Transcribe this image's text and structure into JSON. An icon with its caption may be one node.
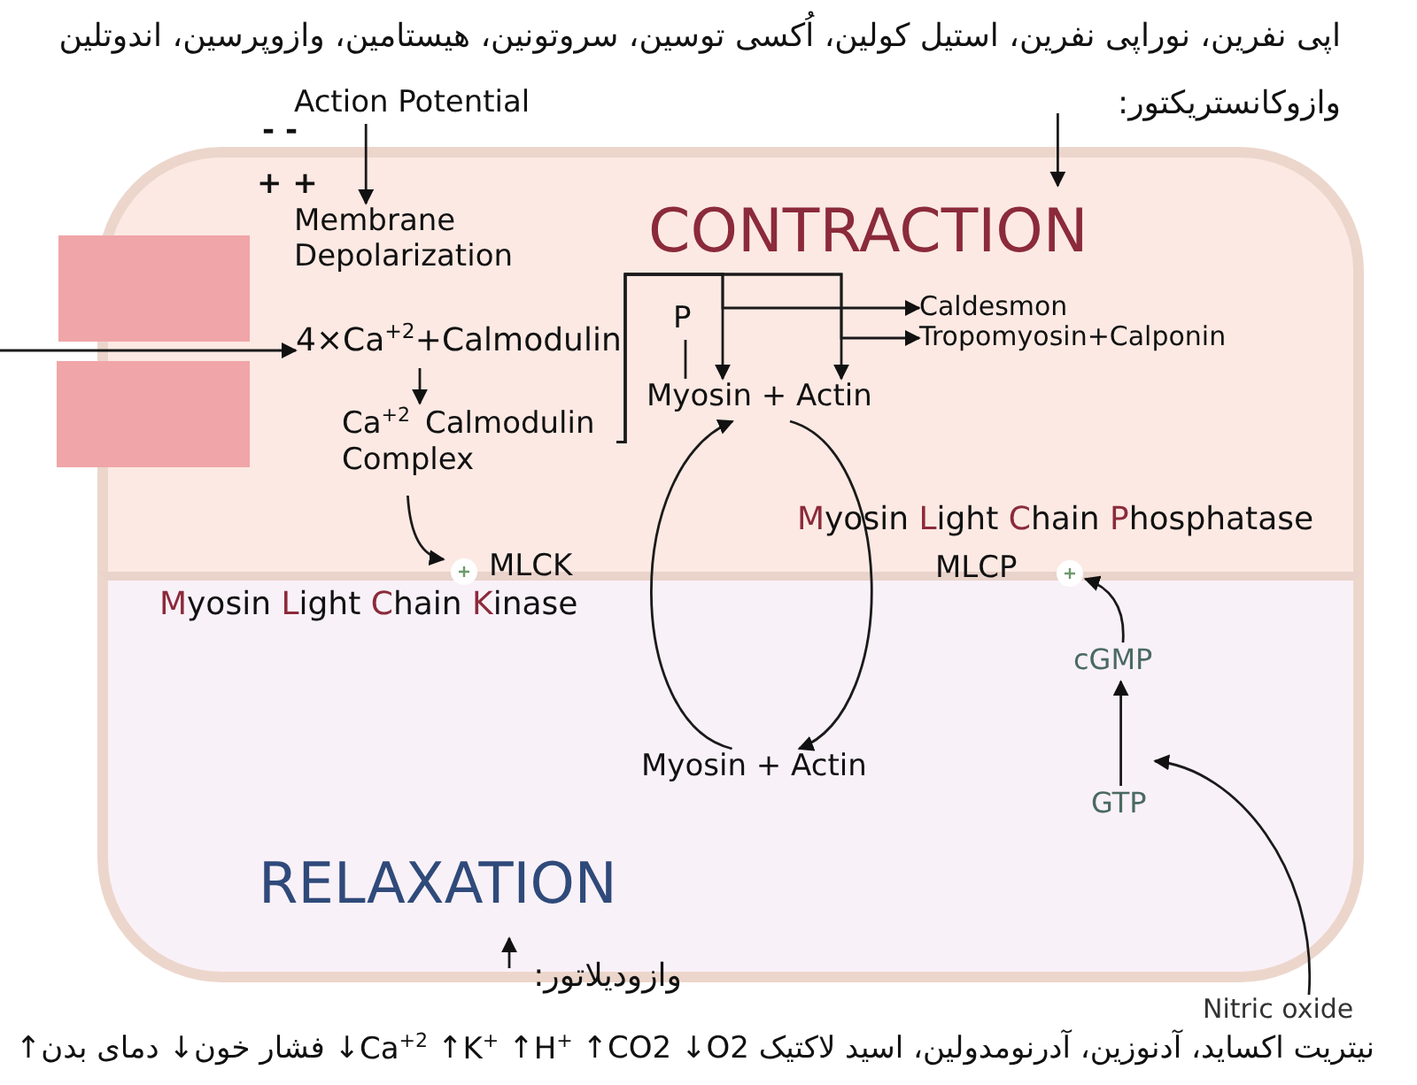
{
  "diagram": {
    "nodes": [
      {
        "text": [
          "اپی نفرین، نوراپی نفرین، استیل کولین، اُکسی توسین، سروتونین، هیستامین، وازوپرسین، اندوتلین",
          "وازوکانستریکتور:"
        ]
      },
      {
        "text": [
          "Action Potential"
        ]
      },
      {
        "text": [
          "CONTRACTION"
        ]
      },
      {
        "text": [
          "Membrane Depolarization"
        ],
        "in": 2
      },
      {
        "text": [
          "4×Ca$^{+2}$+Calmodulin"
        ],
        "in": 2
      },
      {
        "text": [
          "Ca$^{+2}$ Calmodulin Complex"
        ],
        "in": 2
      },
      {
        "text": [
          "MLCK",
          "Myosin Light Chain Kinase"
        ]
      },
      {
        "text": [
          "P"
        ],
        "in": 2
      },
      {
        "text": [
          "Myosin + Actin"
        ],
        "in": 2
      },
      {
        "text": [
          "Caldesmon"
        ],
        "in": 2
      },
      {
        "text": [
          "Tropomyosin+Calponin"
        ],
        "in": 2
      },
      {
        "text": [
          "Myosin Light Chain Phosphatase",
          "MLCP"
        ]
      },
      {
        "text": [
          "RELAXATION"
        ]
      },
      {
        "text": [
          "cGMP"
        ],
        "in": 12
      },
      {
        "text": [
          "GTP"
        ],
        "in": 12
      },
      {
        "text": [
          "Myosin + Actin"
        ],
        "in": 12
      },
      {
        "text": [
          "Nitric oxide"
        ]
      },
      {
        "text": [
          "وازودیلاتور:",
          "نیتریت اکساید، آدنوزین، آدرنومدولین، اسید لاکتیک O2↓ CO2↑ H$^{+}$↑ K$^{+}$↑ Ca$^{+2}$↓ فشار خون↓ دمای بدن↑"
        ]
      }
    ],
    "edges": [
      {
        "from": 0,
        "to": 2,
        "arrow": "to"
      },
      {
        "from": 1,
        "to": 3,
        "arrow": "to"
      },
      {
        "from": null,
        "to": 4,
        "arrow": "to"
      },
      {
        "from": 4,
        "to": 5,
        "arrow": "to"
      },
      {
        "from": 5,
        "to": 6,
        "arrow": "to"
      },
      {
        "from": 5,
        "to": 8,
        "arrow": "to"
      },
      {
        "from": 5,
        "to": 8,
        "arrow": "to"
      },
      {
        "from": 5,
        "to": 9,
        "arrow": "to"
      },
      {
        "from": 5,
        "to": 10,
        "arrow": "to"
      },
      {
        "from": 7,
        "to": 8,
        "arrow": "none"
      },
      {
        "from": 8,
        "to": 15,
        "arrow": "to"
      },
      {
        "from": 15,
        "to": 8,
        "arrow": "to"
      },
      {
        "from": 16,
        "to": 14,
        "arrow": "to"
      },
      {
        "from": 14,
        "to": 13,
        "arrow": "to"
      },
      {
        "from": 13,
        "to": 11,
        "arrow": "to"
      },
      {
        "from": 17,
        "to": 12,
        "arrow": "to"
      }
    ],
    "labels": [
      "- -",
      "+ +"
    ]
  }
}
